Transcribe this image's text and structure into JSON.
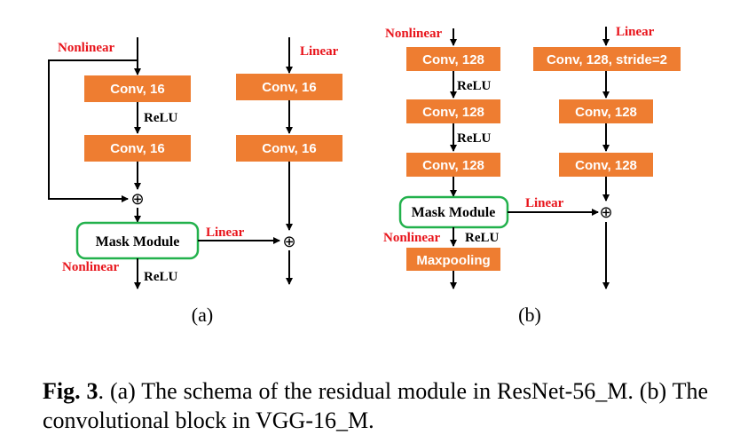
{
  "colors": {
    "conv_box": "#ee7d31",
    "mask_border": "#22b14c",
    "red_label": "#e8141b"
  },
  "panel_a": {
    "nonlinear_top": "Nonlinear",
    "linear_top": "Linear",
    "conv1": "Conv,  16",
    "relu_mid": "ReLU",
    "conv2": "Conv,  16",
    "conv3": "Conv,  16",
    "conv4": "Conv,  16",
    "oplus_left": "⊕",
    "mask": "Mask Module",
    "linear_out": "Linear",
    "oplus_right": "⊕",
    "nonlinear_bottom": "Nonlinear",
    "relu_bottom": "ReLU",
    "label": "(a)"
  },
  "panel_b": {
    "nonlinear_top": "Nonlinear",
    "linear_top": "Linear",
    "conv_l1": "Conv,  128",
    "relu1": "ReLU",
    "conv_l2": "Conv,  128",
    "relu2": "ReLU",
    "conv_l3": "Conv,  128",
    "conv_r1": "Conv,  128, stride=2",
    "conv_r2": "Conv,  128",
    "conv_r3": "Conv,  128",
    "mask": "Mask Module",
    "linear_mid": "Linear",
    "oplus": "⊕",
    "nonlinear_bottom": "Nonlinear",
    "relu_bottom": "ReLU",
    "maxpool": "Maxpooling",
    "label": "(b)"
  },
  "caption": {
    "fig": "Fig. 3",
    "text": ".  (a) The schema of the residual module in ResNet-56_M. (b) The convolutional block in VGG-16_M."
  }
}
